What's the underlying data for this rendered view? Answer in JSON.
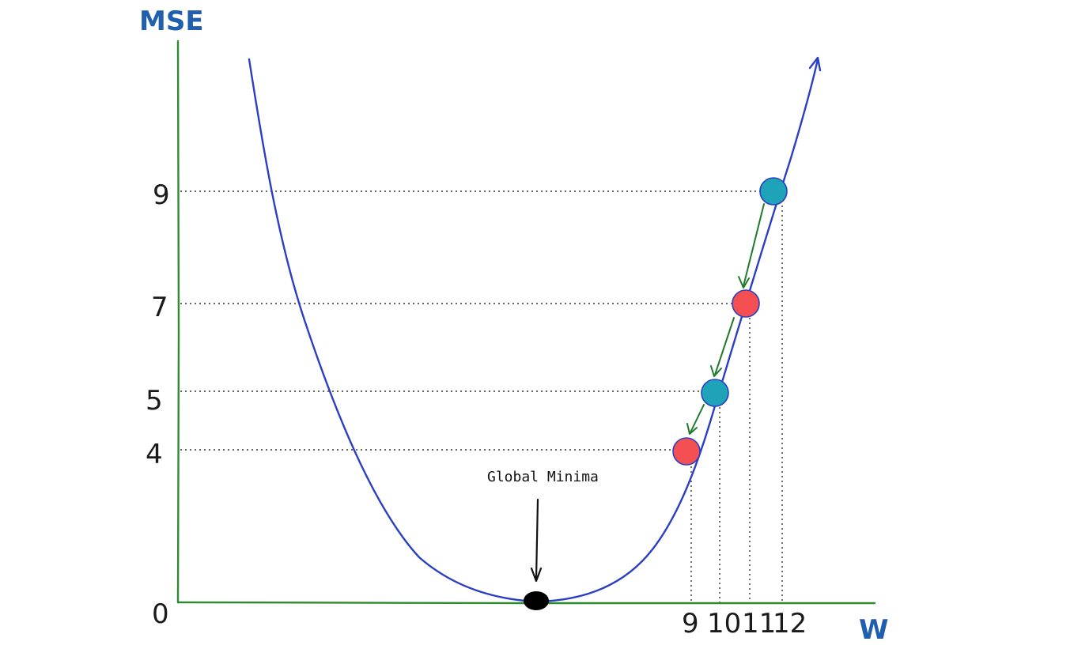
{
  "labels": {
    "y_axis_title": "MSE",
    "x_axis_title": "W",
    "annotation": "Global Minima"
  },
  "ticks": {
    "y": [
      "0",
      "4",
      "5",
      "7",
      "9"
    ],
    "x": [
      "9",
      "10",
      "11",
      "12"
    ]
  },
  "colors": {
    "axis": "#2e8b2e",
    "curve": "#2b3fc4",
    "guide": "#333333",
    "step_arrow": "#1f7a2a",
    "point_teal": "#1fa3b8",
    "point_red": "#f44f53",
    "minimum_dot": "#000000"
  },
  "icons": {
    "curve_arrowhead": "arrow-up-icon",
    "annotation_arrow": "arrow-down-icon",
    "step_arrowheads": "arrow-down-left-icon"
  }
}
